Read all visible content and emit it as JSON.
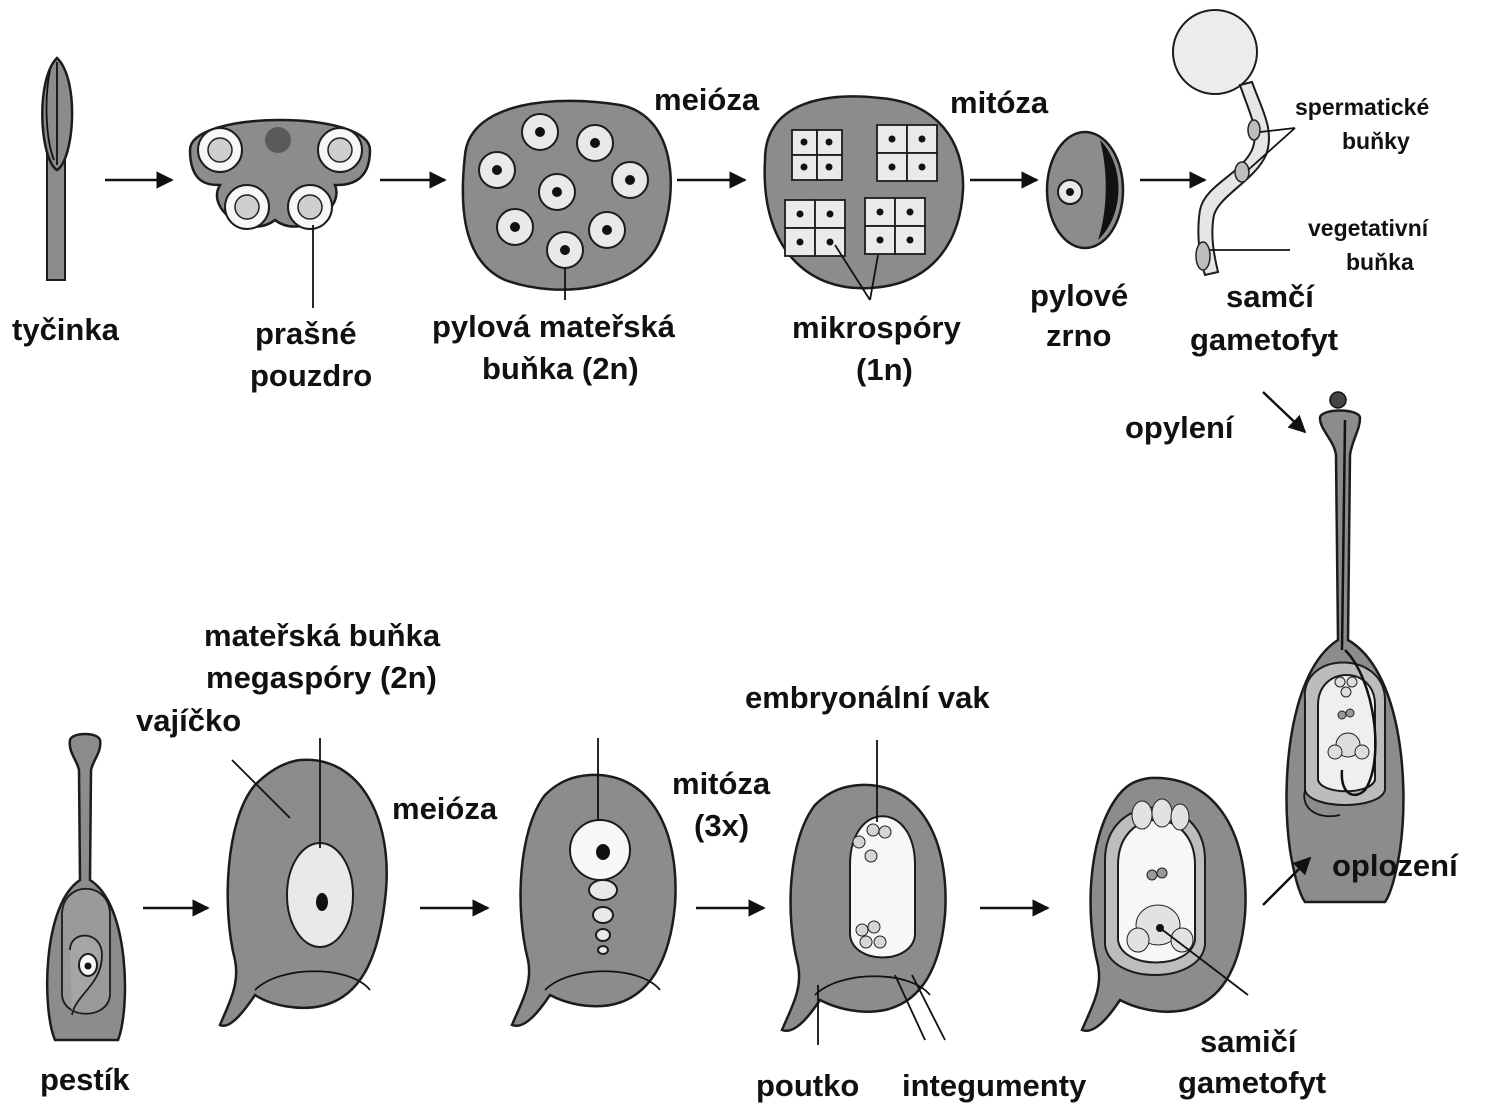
{
  "labels": {
    "tycinka": "tyčinka",
    "prasne_pouzdro_1": "prašné",
    "prasne_pouzdro_2": "pouzdro",
    "pylova_materska_1": "pylová mateřská",
    "pylova_materska_2": "buňka (2n)",
    "meioza_top": "meióza",
    "mitoza_top": "mitóza",
    "mikrospory_1": "mikrospóry",
    "mikrospory_2": "(1n)",
    "pylove_zrno_1": "pylové",
    "pylove_zrno_2": "zrno",
    "spermaticke_1": "spermatické",
    "spermaticke_2": "buňky",
    "vegetativni_1": "vegetativní",
    "vegetativni_2": "buňka",
    "samci_1": "samčí",
    "samci_2": "gametofyt",
    "opyleni": "opylení",
    "materska_megaspory_1": "mateřská buňka",
    "materska_megaspory_2": "megaspóry (2n)",
    "vajicko": "vajíčko",
    "meioza_bottom": "meióza",
    "mitoza_bottom_1": "mitóza",
    "mitoza_bottom_2": "(3x)",
    "embryonalni_vak": "embryonální vak",
    "oplozeni": "oplození",
    "pestik": "pestík",
    "poutko": "poutko",
    "integumenty": "integumenty",
    "samici_1": "samičí",
    "samici_2": "gametofyt"
  }
}
